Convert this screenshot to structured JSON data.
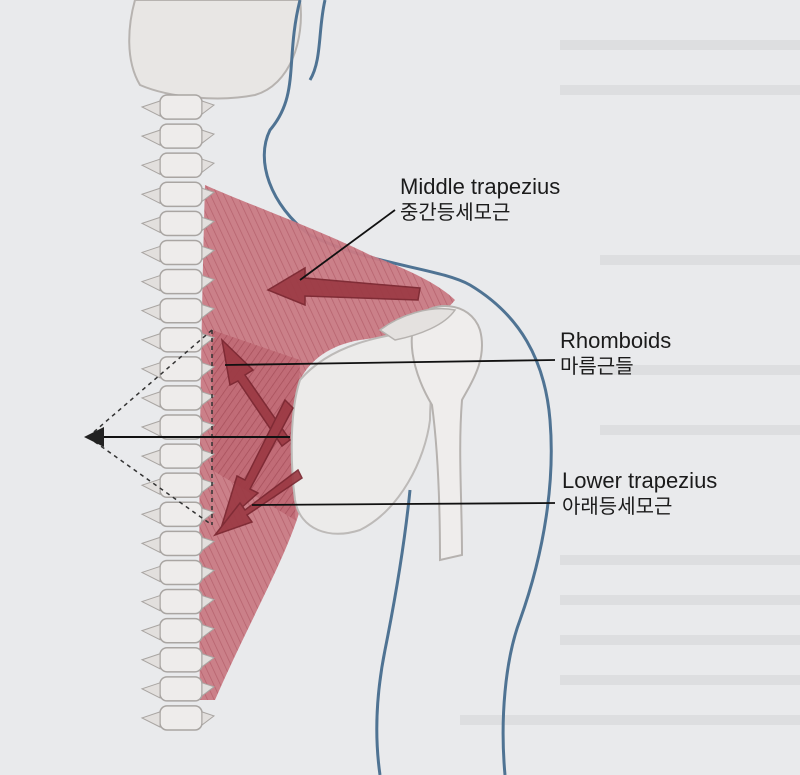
{
  "labels": {
    "middle_trapezius": {
      "en": "Middle trapezius",
      "ko": "중간등세모근"
    },
    "rhomboids": {
      "en": "Rhomboids",
      "ko": "마름근들"
    },
    "lower_trapezius": {
      "en": "Lower trapezius",
      "ko": "아래등세모근"
    }
  },
  "colors": {
    "muscle": "#c8747e",
    "muscle_dark": "#a8424f",
    "arrow": "#9c3a44",
    "bone": "#eeeceb",
    "bone_shadow": "#bdbab8",
    "outline": "#4f7393",
    "paper": "#e9eaec"
  }
}
